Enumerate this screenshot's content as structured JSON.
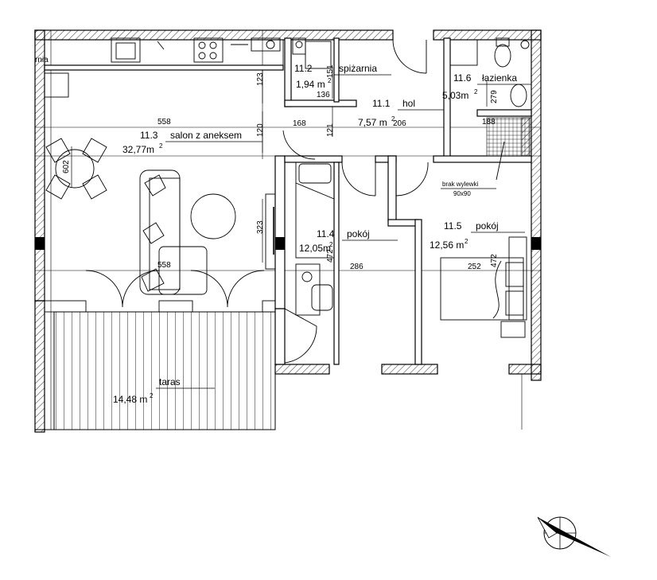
{
  "rooms": [
    {
      "number": "11.1",
      "name": "hol",
      "area": "7,57 m",
      "area_sup": "2"
    },
    {
      "number": "11.2",
      "name": "spiżarnia",
      "area": "1,94 m",
      "area_sup": "2"
    },
    {
      "number": "11.3",
      "name": "salon z aneksem",
      "area": "32,77m",
      "area_sup": "2"
    },
    {
      "number": "11.4",
      "name": "pokój",
      "area": "12,05m",
      "area_sup": "2"
    },
    {
      "number": "11.5",
      "name": "pokój",
      "area": "12,56 m",
      "area_sup": "2"
    },
    {
      "number": "11.6",
      "name": "łazienka",
      "area": "5,03m",
      "area_sup": "2"
    }
  ],
  "terrace": {
    "name": "taras",
    "area": "14,48 m",
    "area_sup": "2"
  },
  "fragment_label": "rnia",
  "dimensions": [
    "558",
    "558",
    "123",
    "120",
    "323",
    "602",
    "136",
    "151",
    "168",
    "121",
    "206",
    "279",
    "188",
    "286",
    "472",
    "252",
    "472"
  ],
  "notes": {
    "line1": "brak wylewki",
    "line2": "90x90"
  },
  "compass_label": ""
}
